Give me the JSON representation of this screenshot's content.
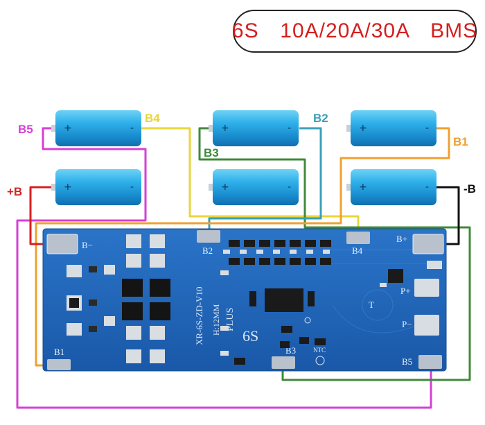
{
  "title": "6S  10A/20A/30A  BMS",
  "wire_labels": {
    "b5": "B5",
    "b4": "B4",
    "b3": "B3",
    "b2": "B2",
    "b1": "B1",
    "plus_b": "+B",
    "minus_b": "-B"
  },
  "pads": {
    "b_minus": "B−",
    "b2": "B2",
    "b4": "B4",
    "b_plus": "B+",
    "b1": "B1",
    "b3": "B3",
    "b5": "B5",
    "p_plus": "P+",
    "p_minus": "P−",
    "t": "T"
  },
  "board_text": {
    "model": "XR-6S-ZD-V10",
    "h12": "H:12MM",
    "plus": "PLUS",
    "series": "6S",
    "ntc": "NTC"
  },
  "cells": {
    "plus": "+",
    "minus": "-"
  },
  "colors": {
    "b5": "#d63fd6",
    "b4": "#e8d63a",
    "b3": "#3f8a3a",
    "b2": "#3aa0b8",
    "b1": "#f0a030",
    "plus_b": "#d62020",
    "minus_b": "#111111",
    "board": "#1e62b8"
  }
}
